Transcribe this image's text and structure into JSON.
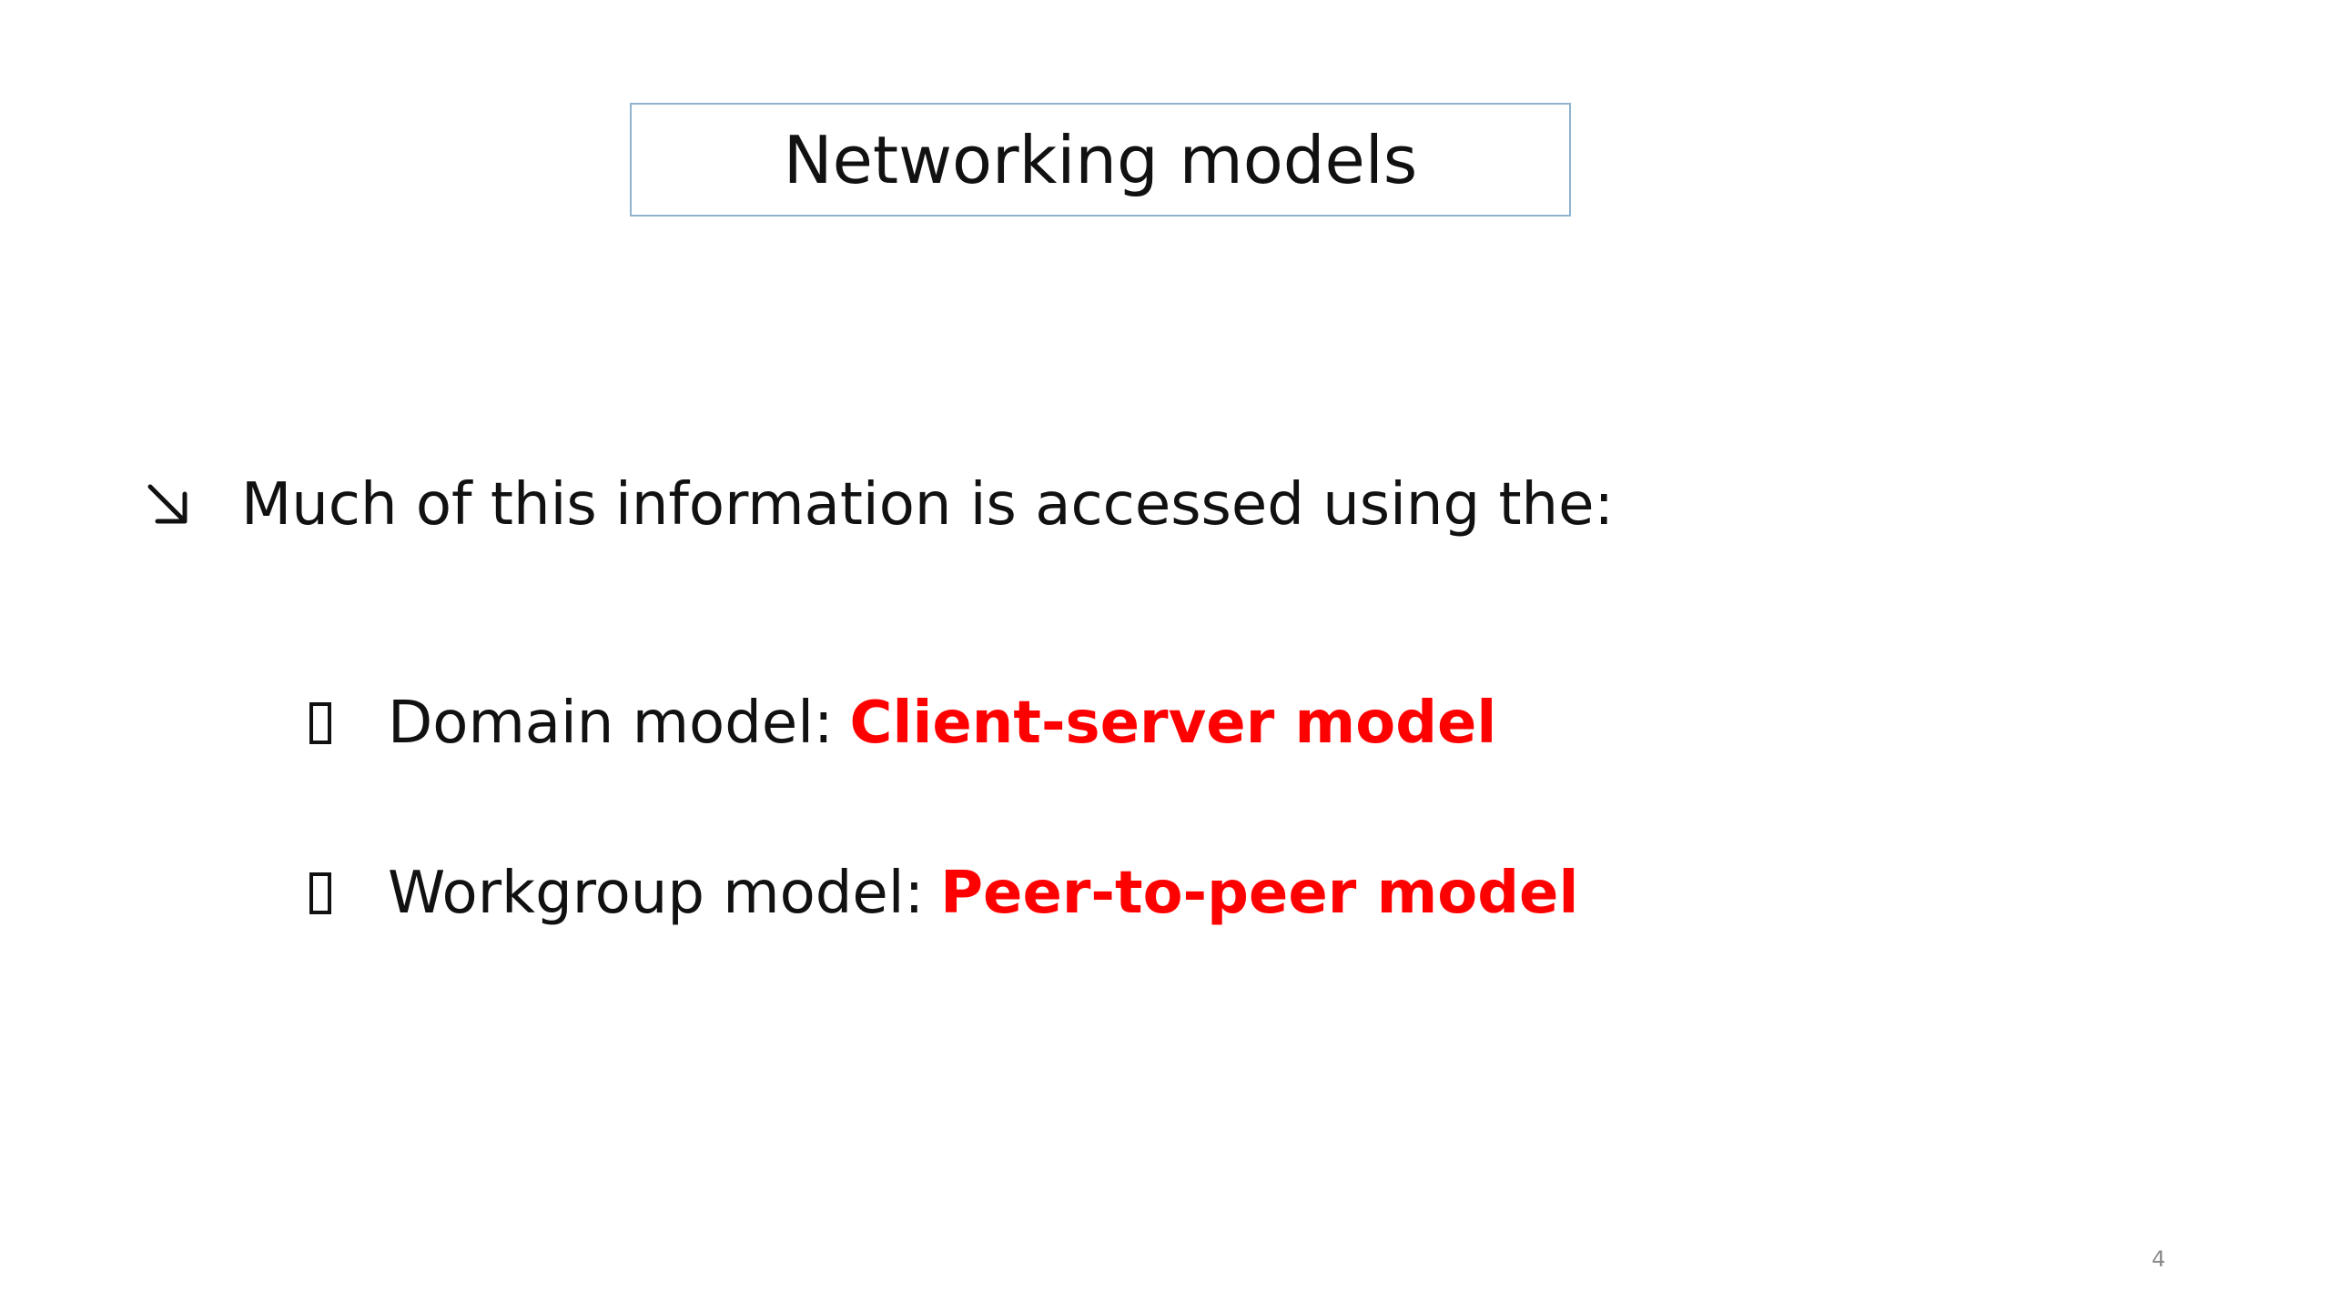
{
  "slide": {
    "title": "Networking models",
    "bullet": {
      "icon": "arrow-down-right-icon",
      "text": "Much of this information is accessed using the:"
    },
    "sub_items": [
      {
        "icon": "box-glyph-icon",
        "label": "Domain model:",
        "value": "Client-server model"
      },
      {
        "icon": "box-glyph-icon",
        "label": "Workgroup model:",
        "value": "Peer-to-peer model"
      }
    ],
    "page_number": "4"
  },
  "colors": {
    "background": "#ffffff",
    "text": "#111111",
    "title_border": "#8fb3cf",
    "highlight": "#ff0000",
    "page_number": "#8a8a8a"
  }
}
